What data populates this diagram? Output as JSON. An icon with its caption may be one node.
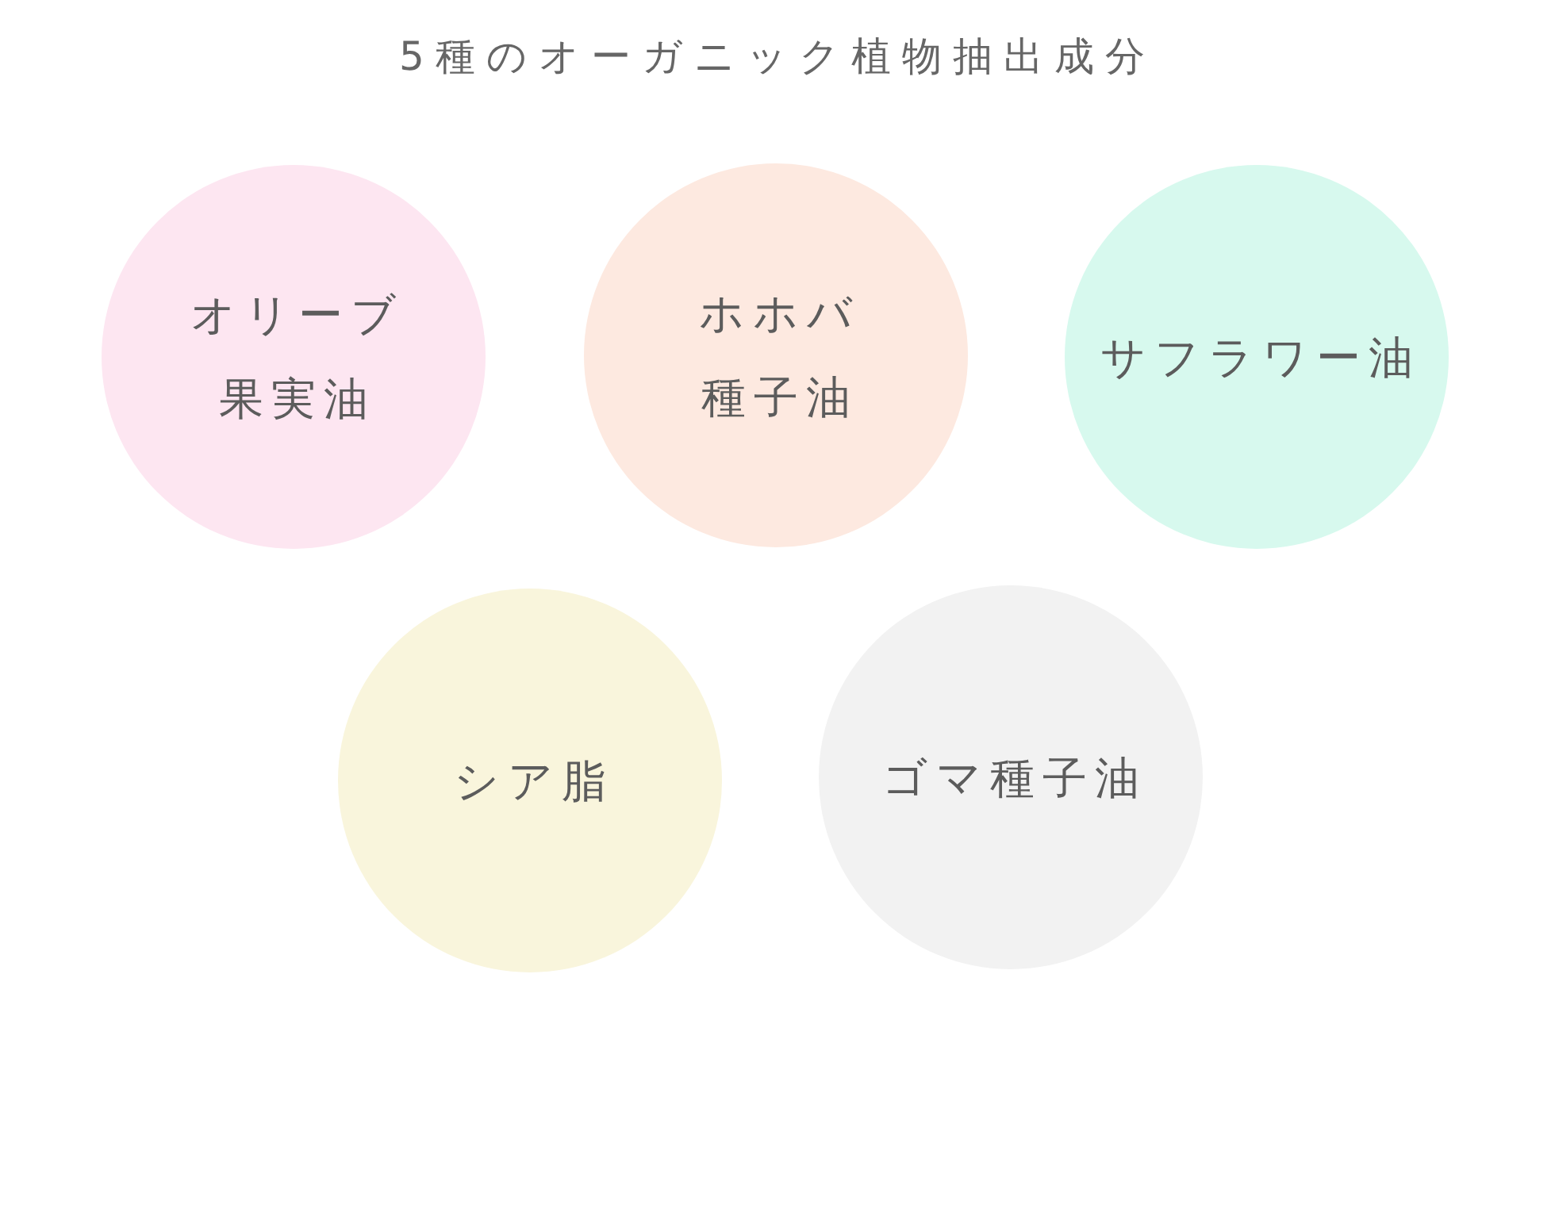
{
  "diagram": {
    "title": "5種のオーガニック植物抽出成分",
    "nodes": [
      {
        "text": [
          "オリーブ果実油"
        ]
      },
      {
        "text": [
          "ホホバ種子油"
        ]
      },
      {
        "text": [
          "サフラワー油"
        ]
      },
      {
        "text": [
          "シア脂"
        ]
      },
      {
        "text": [
          "ゴマ種子油"
        ]
      }
    ]
  }
}
